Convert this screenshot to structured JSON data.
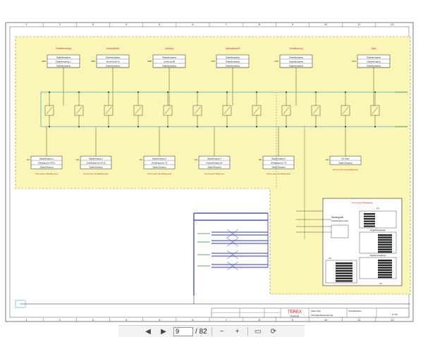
{
  "viewer": {
    "page_current": "9",
    "page_total_label": "/ 82"
  },
  "drawing": {
    "colors": {
      "zone_fill": "#fbf6b5",
      "zone_border": "#8c8a3a",
      "wire_cyan": "#3fb0c9",
      "wire_blue": "#2b36b8",
      "wire_green": "#2a8a3a",
      "label_red": "#d22a2a",
      "line_dark": "#222222"
    },
    "column_numbers": [
      "1",
      "2",
      "3",
      "4",
      "5",
      "6",
      "7",
      "8",
      "9",
      "10",
      "11",
      "12"
    ],
    "top_modules": [
      {
        "ref": "-A64",
        "red": "Ventilsteuerung",
        "rows": [
          "Digitalausgang",
          "Digitaleingang 1",
          "Digitalausgang"
        ]
      },
      {
        "ref": "-A66",
        "red": "Drehverteiler",
        "rows": [
          "Digitalausgang",
          "Steuerdruck B",
          "Digitalausgang"
        ]
      },
      {
        "ref": "-A68",
        "red": "Lenkung",
        "rows": [
          "Digitalausgang",
          "Lenkung AB",
          "Digitalausgang"
        ]
      },
      {
        "ref": "-A70",
        "red": "Hydraulikventil",
        "rows": [
          "Digitalausgang",
          "Digitalausgang",
          "Digitalausgang"
        ]
      },
      {
        "ref": "-A72",
        "red": "Vorsteuerung",
        "rows": [
          "Digitalausgang",
          "Digitalausgang",
          "Digitalausgang"
        ]
      },
      {
        "ref": "-A74",
        "red": "Hupe",
        "rows": [
          "Digitalausgang",
          "Digitaleingang",
          "Digitalausgang"
        ]
      }
    ],
    "bottom_modules": [
      {
        "ref": "-K1",
        "rows": [
          "Digitaleingang 1",
          "Taktdiagnose 87/15",
          "Digital Eingang"
        ],
        "red": "CH-Center Taktdiagnose"
      },
      {
        "ref": "-K2",
        "rows": [
          "Digitaleingang 2",
          "Schaltdiagnose 87/15",
          "Digital Eingang"
        ],
        "red": "CH-Center Schaltdiagnose"
      },
      {
        "ref": "-K3",
        "rows": [
          "Digitaleingang 3",
          "Ventildiagnose Y5",
          "Digital Eingang"
        ],
        "red": "CH-Center Ventildiagnose"
      },
      {
        "ref": "-K4",
        "rows": [
          "Digitaleingang 4",
          "Hydraulikdiagnose",
          "Digital Eingang"
        ],
        "red": "CH-Center Diagnose"
      },
      {
        "ref": "-K5",
        "rows": [
          "Digitaleingang 5",
          "Ventildiagnose Y9",
          "Digital Eingang"
        ],
        "red": "CH-Center Ventildiagnose"
      },
      {
        "ref": "-K6",
        "rows": [
          "CH Hupe",
          "Digital Eingang"
        ],
        "red": "CH-Center Hupendiagnose"
      }
    ],
    "right_unit": {
      "ref": "-A80",
      "red": "CH-Center Taktsignale",
      "title": "Steuergerät",
      "subtitle": "FUCHS Bus-CAN",
      "sections": [
        "X1",
        "Digital-Eingänge",
        "Digital-Ausgänge",
        "X2",
        "X3"
      ]
    },
    "title_block": {
      "brand": "TEREX",
      "brand_sub": "FUCHS",
      "desc_1": "Steuerung",
      "desc_2": "Stromlaufplan",
      "desc_3": "Zentralgerätesteuerung",
      "sheet": "9",
      "sheet_of": "82"
    }
  }
}
